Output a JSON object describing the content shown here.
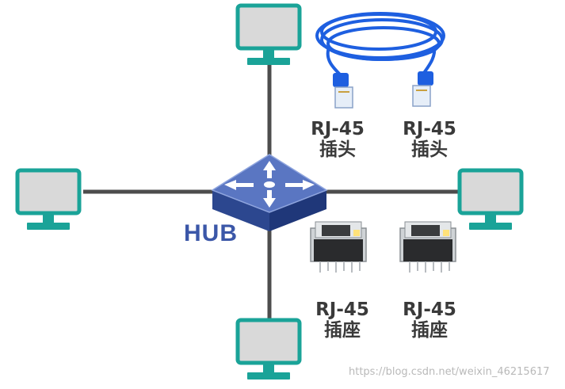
{
  "hub": {
    "label": "HUB"
  },
  "plug_labels": [
    {
      "model": "RJ-45",
      "type": "插头"
    },
    {
      "model": "RJ-45",
      "type": "插头"
    }
  ],
  "jack_labels": [
    {
      "model": "RJ-45",
      "type": "插座"
    },
    {
      "model": "RJ-45",
      "type": "插座"
    }
  ],
  "watermark": "https://blog.csdn.net/weixin_46215617",
  "colors": {
    "monitor_frame": "#1aa398",
    "monitor_screen": "#d9d9d9",
    "link_line": "#4d4d4d",
    "hub_top": "#5a76c2",
    "hub_side": "#2c478f",
    "cable": "#1e5fe0",
    "label_text": "#3a3a3a",
    "hub_text": "#3b57a8"
  },
  "icons": [
    "monitor-icon",
    "hub-icon",
    "ethernet-cable-icon",
    "rj45-jack-icon"
  ]
}
